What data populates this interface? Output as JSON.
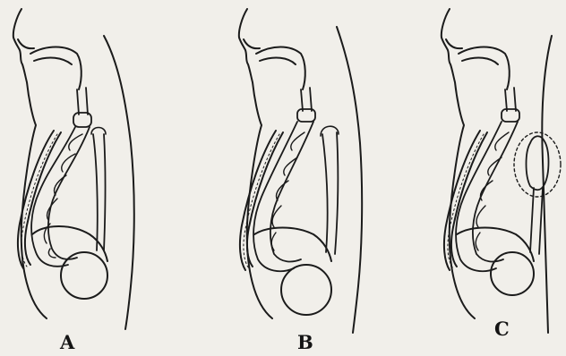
{
  "panels": [
    {
      "id": "A",
      "label": "A",
      "variant": "normal"
    },
    {
      "id": "B",
      "label": "B",
      "variant": "displaced"
    },
    {
      "id": "C",
      "label": "C",
      "variant": "isolated-pouch"
    }
  ],
  "colors": {
    "ink": "#1b1b1b",
    "paper": "#f1efea"
  }
}
